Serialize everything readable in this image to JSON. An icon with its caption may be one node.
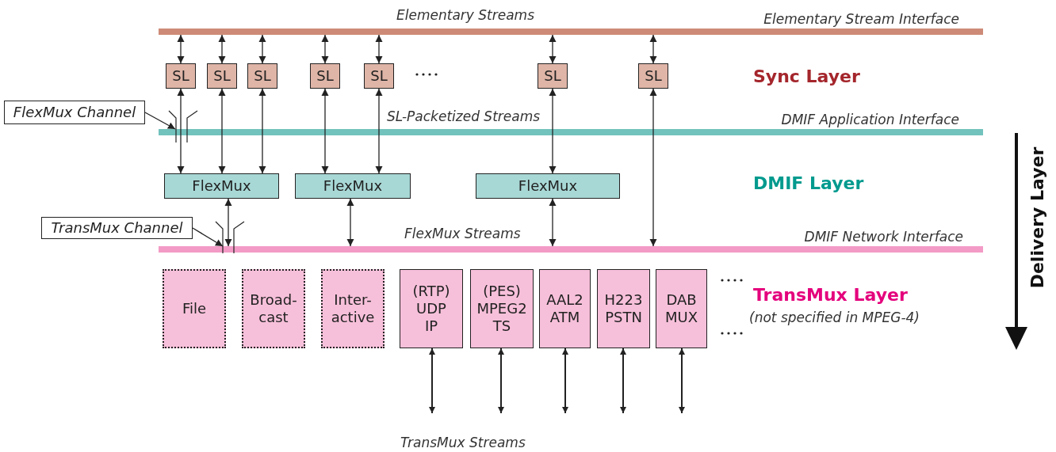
{
  "diagram": {
    "nodes": [
      {
        "text": [
          "Elementary Stream Interface"
        ]
      },
      {
        "text": [
          "SL"
        ]
      },
      {
        "text": [
          "SL"
        ]
      },
      {
        "text": [
          "SL"
        ]
      },
      {
        "text": [
          "SL"
        ]
      },
      {
        "text": [
          "SL"
        ]
      },
      {
        "text": [
          "SL"
        ]
      },
      {
        "text": [
          "SL"
        ]
      },
      {
        "text": [
          "DMIF Application Interface"
        ]
      },
      {
        "text": [
          "FlexMux"
        ]
      },
      {
        "text": [
          "FlexMux"
        ]
      },
      {
        "text": [
          "FlexMux"
        ]
      },
      {
        "text": [
          "DMIF Network Interface"
        ]
      },
      {
        "text": [
          "File"
        ]
      },
      {
        "text": [
          "Broad- cast"
        ]
      },
      {
        "text": [
          "Inter- active"
        ]
      },
      {
        "text": [
          "(RTP) UDP IP"
        ]
      },
      {
        "text": [
          "(PES) MPEG2 TS"
        ]
      },
      {
        "text": [
          "AAL2 ATM"
        ]
      },
      {
        "text": [
          "H223 PSTN"
        ]
      },
      {
        "text": [
          "DAB MUX"
        ]
      },
      {
        "text": [
          "FlexMux Channel"
        ]
      },
      {
        "text": [
          "TransMux Channel"
        ]
      }
    ],
    "edges": [
      {
        "from": 0,
        "to": 1,
        "arrow": "both"
      },
      {
        "from": 0,
        "to": 2,
        "arrow": "both"
      },
      {
        "from": 0,
        "to": 3,
        "arrow": "both"
      },
      {
        "from": 0,
        "to": 4,
        "arrow": "both"
      },
      {
        "from": 0,
        "to": 5,
        "arrow": "both"
      },
      {
        "from": 0,
        "to": 6,
        "arrow": "both"
      },
      {
        "from": 0,
        "to": 7,
        "arrow": "both"
      },
      {
        "from": 1,
        "to": 9,
        "arrow": "both"
      },
      {
        "from": 2,
        "to": 9,
        "arrow": "both"
      },
      {
        "from": 3,
        "to": 9,
        "arrow": "both"
      },
      {
        "from": 4,
        "to": 10,
        "arrow": "both"
      },
      {
        "from": 5,
        "to": 10,
        "arrow": "both"
      },
      {
        "from": 6,
        "to": 11,
        "arrow": "both"
      },
      {
        "from": 7,
        "to": 12,
        "arrow": "both"
      },
      {
        "from": 9,
        "to": 12,
        "arrow": "both"
      },
      {
        "from": 10,
        "to": 12,
        "arrow": "both"
      },
      {
        "from": 11,
        "to": 12,
        "arrow": "both"
      },
      {
        "from": 16,
        "to": null,
        "arrow": "both"
      },
      {
        "from": 17,
        "to": null,
        "arrow": "both"
      },
      {
        "from": 18,
        "to": null,
        "arrow": "both"
      },
      {
        "from": 19,
        "to": null,
        "arrow": "both"
      },
      {
        "from": 20,
        "to": null,
        "arrow": "both"
      },
      {
        "from": 21,
        "to": 8,
        "arrow": "to"
      },
      {
        "from": 22,
        "to": 12,
        "arrow": "to"
      }
    ],
    "labels": [
      "Elementary Streams",
      "Sync Layer",
      "SL-Packetized Streams",
      "DMIF Layer",
      "Delivery Layer",
      "FlexMux Streams",
      "TransMux Layer",
      "(not specified in MPEG-4)",
      "TransMux Streams"
    ]
  }
}
